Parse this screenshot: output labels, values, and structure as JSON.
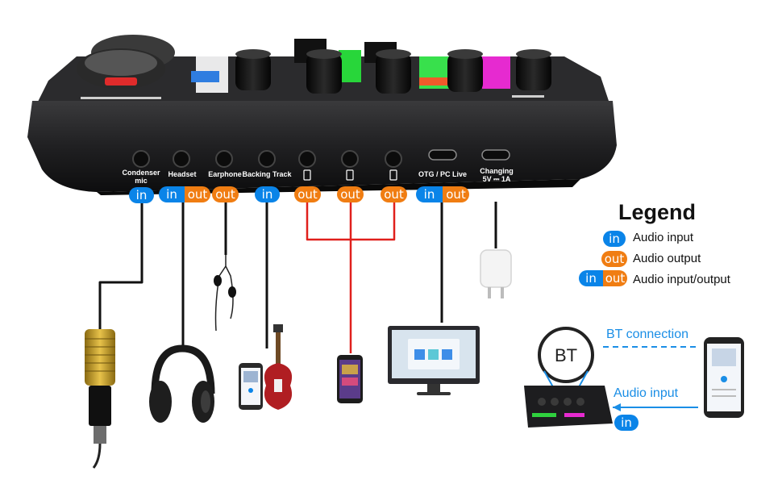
{
  "ports": [
    {
      "label": "Condenser\nmic"
    },
    {
      "label": "Headset"
    },
    {
      "label": "Earphone"
    },
    {
      "label": "Backing Track"
    },
    {
      "label": "OTG / PC Live"
    },
    {
      "label": "Changing\n5V ⎓ 1A"
    }
  ],
  "badges": {
    "in": "in",
    "out": "out"
  },
  "legend": {
    "title": "Legend",
    "input": "Audio input",
    "output": "Audio output",
    "both": "Audio input/output"
  },
  "bt": {
    "badge": "BT",
    "connection": "BT connection",
    "audio_input": "Audio input"
  },
  "colors": {
    "in": "#0a84e8",
    "out": "#f07d12",
    "red_cable": "#e0201c",
    "cable": "#111111",
    "device_body": "#1c1c1e",
    "bt_line": "#1a8ee6"
  },
  "icons": [
    "condenser-mic-icon",
    "headphones-icon",
    "earphones-icon",
    "guitar-icon",
    "smartphone-icon",
    "monitor-icon",
    "usb-charger-icon",
    "bt-speaker-icon",
    "phone-icon"
  ]
}
